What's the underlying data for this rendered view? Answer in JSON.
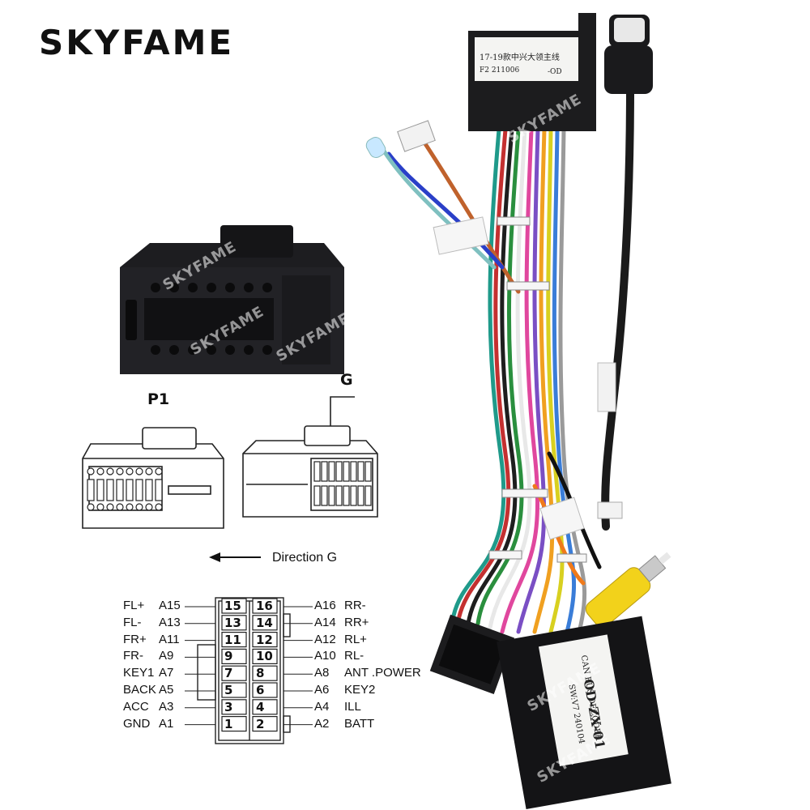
{
  "brand": "SKYFAME",
  "watermark": "SKYFAME",
  "connector_labels": {
    "p1": "P1",
    "g": "G"
  },
  "direction_label": "Direction G",
  "pinout": {
    "left": [
      {
        "func": "FL+",
        "pin": "A15",
        "num": "15"
      },
      {
        "func": "FL-",
        "pin": "A13",
        "num": "13"
      },
      {
        "func": "FR+",
        "pin": "A11",
        "num": "11"
      },
      {
        "func": "FR-",
        "pin": "A9",
        "num": "9"
      },
      {
        "func": "KEY1",
        "pin": "A7",
        "num": "7"
      },
      {
        "func": "BACK",
        "pin": "A5",
        "num": "5"
      },
      {
        "func": "ACC",
        "pin": "A3",
        "num": "3"
      },
      {
        "func": "GND",
        "pin": "A1",
        "num": "1"
      }
    ],
    "right": [
      {
        "func": "RR-",
        "pin": "A16",
        "num": "16"
      },
      {
        "func": "RR+",
        "pin": "A14",
        "num": "14"
      },
      {
        "func": "RL+",
        "pin": "A12",
        "num": "12"
      },
      {
        "func": "RL-",
        "pin": "A10",
        "num": "10"
      },
      {
        "func": "ANT .POWER",
        "pin": "A8",
        "num": "8"
      },
      {
        "func": "KEY2",
        "pin": "A6",
        "num": "6"
      },
      {
        "func": "ILL",
        "pin": "A4",
        "num": "4"
      },
      {
        "func": "BATT",
        "pin": "A2",
        "num": "2"
      }
    ]
  },
  "sticker_top": {
    "line1": "17-19款中兴大领主线",
    "line2": "F2 211006",
    "line3": "-OD"
  },
  "decoder_box": {
    "line1": "CAN BUS DECODER",
    "line2": "OD-ZX-01",
    "line3": "SW:V7 240104"
  },
  "colors": {
    "connector": "#1c1c1e",
    "decoder": "#141416",
    "rca": "#f2d21b",
    "brand": "#111111"
  }
}
